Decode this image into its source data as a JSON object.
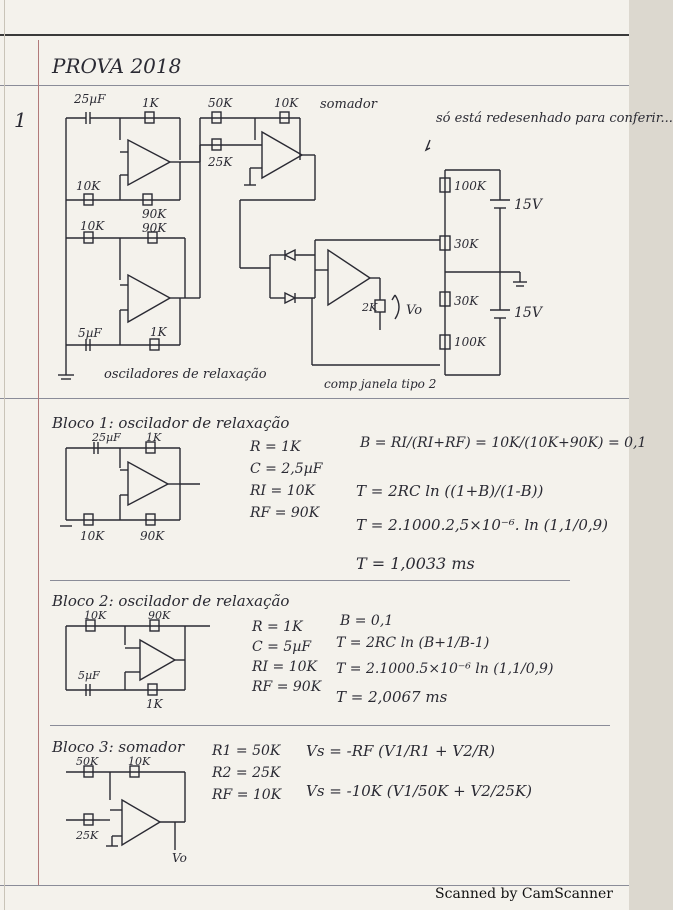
{
  "header": {
    "title": "PROVA 2018",
    "question_number": "1"
  },
  "main_schematic": {
    "labels": [
      "25µF",
      "1K",
      "50K",
      "10K",
      "somador",
      "25K",
      "10K",
      "90K",
      "10K",
      "90K",
      "5µF",
      "1K",
      "osciladores de relaxação",
      "só está redesenhado para conferir...",
      "100K",
      "15V",
      "30K",
      "2K",
      "Vo",
      "30K",
      "15V",
      "100K",
      "comp janela tipo 2"
    ]
  },
  "bloco1": {
    "title": "Bloco 1: oscilador de relaxação",
    "schematic_labels": [
      "25µF",
      "1K",
      "10K",
      "90K"
    ],
    "params": [
      "R = 1K",
      "C = 2,5µF",
      "RI = 10K",
      "RF = 90K"
    ],
    "equations": [
      "B = RI/(RI+RF) = 10K/(10K+90K) = 0,1",
      "T = 2RC ln ((1+B)/(1-B))",
      "T = 2.1000.2,5×10⁻⁶. ln (1,1/0,9)",
      "T = 1,0033 ms"
    ]
  },
  "bloco2": {
    "title": "Bloco 2: oscilador de relaxação",
    "schematic_labels": [
      "10K",
      "90K",
      "5µF",
      "1K"
    ],
    "params": [
      "R = 1K",
      "C = 5µF",
      "RI = 10K",
      "RF = 90K"
    ],
    "equations": [
      "B = 0,1",
      "T = 2RC ln (B+1/B-1)",
      "T = 2.1000.5×10⁻⁶ ln (1,1/0,9)",
      "T = 2,0067 ms"
    ]
  },
  "bloco3": {
    "title": "Bloco 3: somador",
    "schematic_labels": [
      "50K",
      "10K",
      "25K",
      "Vo"
    ],
    "params": [
      "R1 = 50K",
      "R2 = 25K",
      "RF = 10K"
    ],
    "equations": [
      "Vs = -RF (V1/R1 + V2/R)",
      "Vs = -10K (V1/50K + V2/25K)"
    ]
  },
  "footer": {
    "watermark": "Scanned by CamScanner"
  }
}
